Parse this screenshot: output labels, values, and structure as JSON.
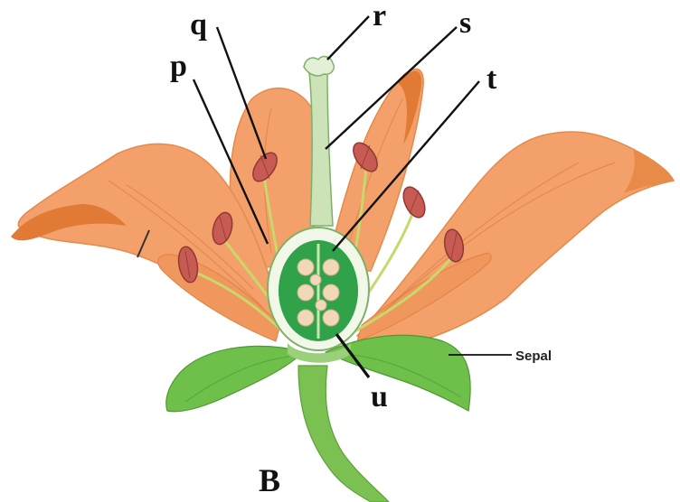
{
  "labels": {
    "p": "p",
    "q": "q",
    "r": "r",
    "s": "s",
    "t": "t",
    "u": "u",
    "sepal": "Sepal",
    "caption": "B"
  },
  "colors": {
    "petal": "#F4A06A",
    "petal_shadow": "#E07A34",
    "petal_vein": "#D5793A",
    "sepal": "#6FBF4B",
    "stem": "#7BC152",
    "style": "#CBE3B6",
    "ovary_wall": "#F2F8E8",
    "ovary_inner": "#2FA24A",
    "ovule": "#F0D8B8",
    "anther": "#C75A52",
    "filament": "#C9D86A"
  }
}
